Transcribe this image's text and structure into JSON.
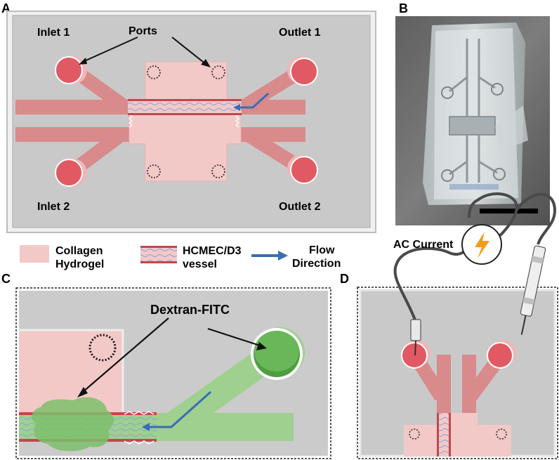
{
  "panels": {
    "a": {
      "letter": "A",
      "labels": {
        "inlet1": "Inlet 1",
        "inlet2": "Inlet 2",
        "outlet1": "Outlet 1",
        "outlet2": "Outlet 2",
        "ports": "Ports"
      }
    },
    "b": {
      "letter": "B"
    },
    "c": {
      "letter": "C",
      "labels": {
        "dextran": "Dextran-FITC"
      }
    },
    "d": {
      "letter": "D",
      "labels": {
        "ac_current": "AC Current"
      }
    }
  },
  "legend": {
    "collagen_line1": "Collagen",
    "collagen_line2": "Hydrogel",
    "vessel_line1": "HCMEC/D3",
    "vessel_line2": "vessel",
    "flow_line1": "Flow",
    "flow_line2": "Direction"
  },
  "colors": {
    "chip_gray": "#c8c8c8",
    "channel_red": "#d98a8a",
    "port_red": "#e15a63",
    "hydrogel_pink": "#f3c9c8",
    "vessel_red": "#c0474f",
    "flow_blue": "#3a6db5",
    "fitc_green": "#7dc06b",
    "green_port": "#5bb34a",
    "bolt_orange": "#f39a1e"
  }
}
